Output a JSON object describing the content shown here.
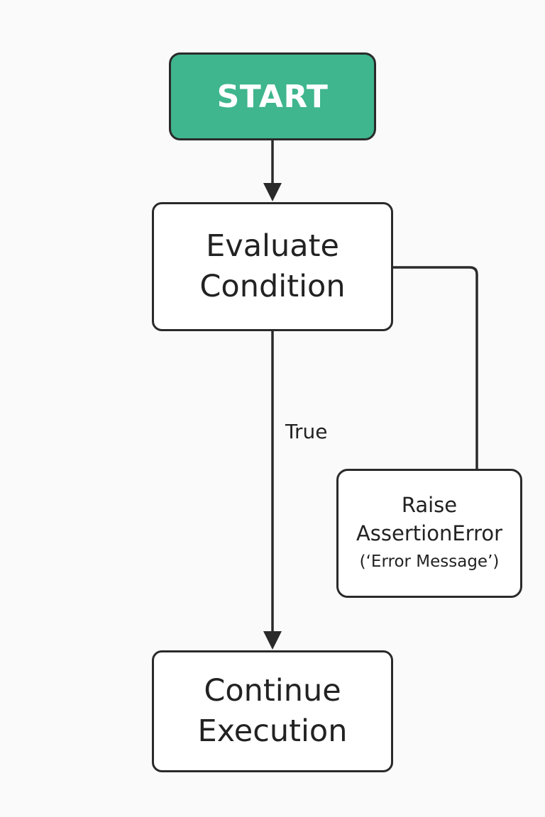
{
  "diagram": {
    "nodes": {
      "start": {
        "label": "START",
        "fill": "#3fb68d"
      },
      "evaluate": {
        "lines": [
          "Evaluate",
          "Condition"
        ]
      },
      "raise": {
        "lines": [
          "Raise",
          "AssertionError",
          "(‘Error Message’)"
        ]
      },
      "continue": {
        "lines": [
          "Continue",
          "Execution"
        ]
      }
    },
    "edges": [
      {
        "from": "start",
        "to": "evaluate",
        "label": ""
      },
      {
        "from": "evaluate",
        "to": "continue",
        "label": "True"
      },
      {
        "from": "evaluate",
        "to": "raise",
        "label": ""
      }
    ],
    "colors": {
      "stroke": "#2a2a2a",
      "background": "#fafafa",
      "node_fill": "#ffffff",
      "start_fill": "#3fb68d"
    }
  }
}
